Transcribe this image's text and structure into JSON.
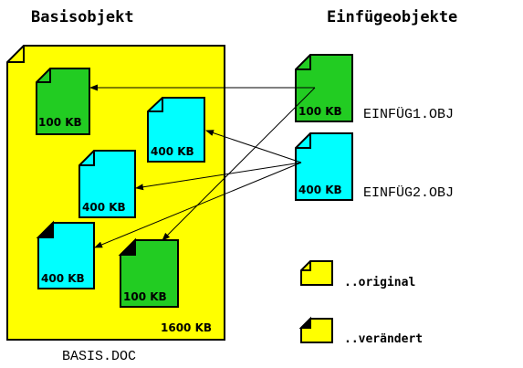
{
  "headers": {
    "base": "Basisobjekt",
    "inserts": "Einfügeobjekte"
  },
  "base_document": {
    "filename": "BASIS.DOC",
    "size": "1600 KB",
    "fill_color": "#ffff00"
  },
  "insert_objects": [
    {
      "filename": "EINFÜG1.OBJ",
      "size": "100 KB",
      "color": "#22cc22"
    },
    {
      "filename": "EINFÜG2.OBJ",
      "size": "400 KB",
      "color": "#00ffff"
    }
  ],
  "embedded_objects": [
    {
      "size": "100 KB",
      "color": "#22cc22",
      "state": "original"
    },
    {
      "size": "400 KB",
      "color": "#00ffff",
      "state": "original"
    },
    {
      "size": "400 KB",
      "color": "#00ffff",
      "state": "original"
    },
    {
      "size": "400 KB",
      "color": "#00ffff",
      "state": "verändert"
    },
    {
      "size": "100 KB",
      "color": "#22cc22",
      "state": "verändert"
    }
  ],
  "legend": {
    "original": "..original",
    "changed": "..verändert"
  }
}
